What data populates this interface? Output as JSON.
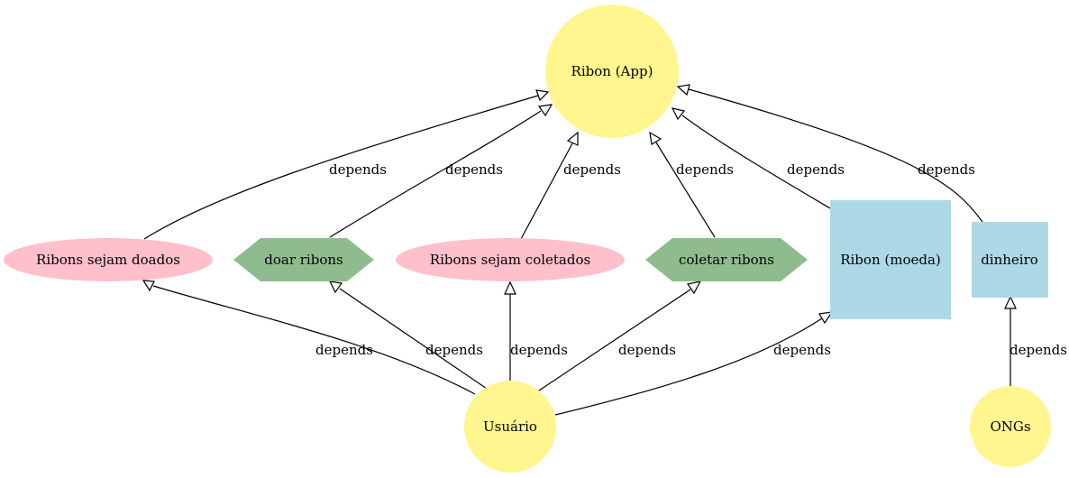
{
  "colors": {
    "goal": "#fff68f",
    "requirement": "#ffc0cb",
    "task": "#8fbc8f",
    "resource": "#add8e6",
    "edge": "#000000"
  },
  "nodes": {
    "app": {
      "label": "Ribon (App)"
    },
    "doados": {
      "label": "Ribons sejam doados"
    },
    "doar": {
      "label": "doar ribons"
    },
    "coletados": {
      "label": "Ribons sejam coletados"
    },
    "coletar": {
      "label": "coletar ribons"
    },
    "moeda": {
      "label": "Ribon (moeda)"
    },
    "dinheiro": {
      "label": "dinheiro"
    },
    "usuario": {
      "label": "Usuário"
    },
    "ongs": {
      "label": "ONGs"
    }
  },
  "edges": [
    {
      "from": "doados",
      "to": "app",
      "label": "depends"
    },
    {
      "from": "doar",
      "to": "app",
      "label": "depends"
    },
    {
      "from": "coletados",
      "to": "app",
      "label": "depends"
    },
    {
      "from": "coletar",
      "to": "app",
      "label": "depends"
    },
    {
      "from": "moeda",
      "to": "app",
      "label": "depends"
    },
    {
      "from": "dinheiro",
      "to": "app",
      "label": "depends"
    },
    {
      "from": "usuario",
      "to": "doados",
      "label": "depends"
    },
    {
      "from": "usuario",
      "to": "doar",
      "label": "depends"
    },
    {
      "from": "usuario",
      "to": "coletados",
      "label": "depends"
    },
    {
      "from": "usuario",
      "to": "coletar",
      "label": "depends"
    },
    {
      "from": "usuario",
      "to": "moeda",
      "label": "depends"
    },
    {
      "from": "ongs",
      "to": "dinheiro",
      "label": "depends"
    }
  ]
}
